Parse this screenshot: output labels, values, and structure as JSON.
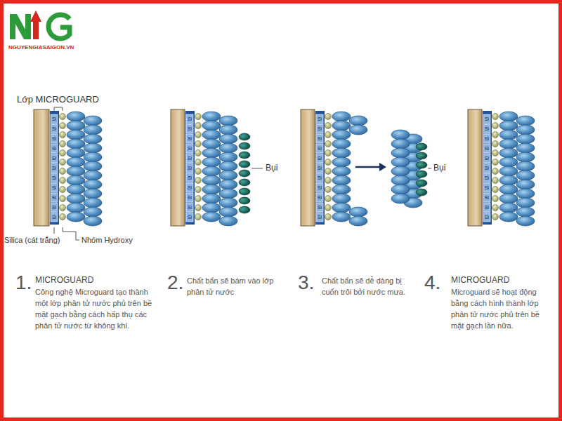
{
  "diagram": {
    "labels": [
      "NGUYENGIASAIGON.VN",
      "Lớp MICROGUARD",
      "Si",
      "Si",
      "Si",
      "Si",
      "Si",
      "Si",
      "Si",
      "Si",
      "Si",
      "Si",
      "Si",
      "Silica (cát trắng)",
      "Nhóm Hydroxy",
      "Si",
      "Si",
      "Si",
      "Si",
      "Si",
      "Si",
      "Si",
      "Si",
      "Si",
      "Si",
      "Si",
      "Bụi",
      "Si",
      "Si",
      "Si",
      "Si",
      "Si",
      "Si",
      "Si",
      "Si",
      "Si",
      "Si",
      "Si",
      "Bụi",
      "Si",
      "Si",
      "Si",
      "Si",
      "Si",
      "Si",
      "Si",
      "Si",
      "Si",
      "Si",
      "Si",
      "1.",
      "MICROGUARD",
      "Công nghệ Microguard tạo thành một lớp phân tử nước phủ trên bề mặt gạch bằng cách hấp thụ các phân tử nước từ không khí.",
      "2.",
      "Chất bẩn sẽ bám vào lớp phân tử nước",
      "3.",
      "Chất bẩn sẽ dễ dàng bị cuốn trôi bởi nước mưa.",
      "4.",
      "MICROGUARD",
      "Microguard sẽ hoạt động bằng cách hình thành lớp phân tử nước phủ trên bề mặt gạch lần nữa."
    ]
  }
}
